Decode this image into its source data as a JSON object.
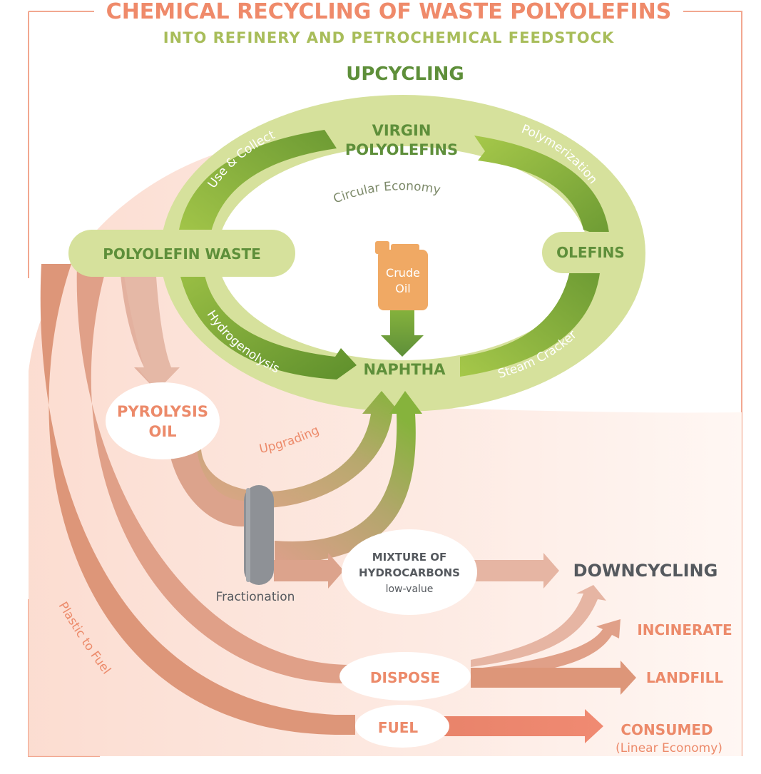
{
  "title": "CHEMICAL RECYCLING OF WASTE POLYOLEFINS",
  "subtitle": "INTO REFINERY AND PETROCHEMICAL FEEDSTOCK",
  "upcycling": "UPCYCLING",
  "nodes": {
    "virgin_line1": "VIRGIN",
    "virgin_line2": "POLYOLEFINS",
    "waste": "POLYOLEFIN WASTE",
    "olefins": "OLEFINS",
    "naphtha": "NAPHTHA",
    "crude_line1": "Crude",
    "crude_line2": "Oil",
    "pyrolysis_line1": "PYROLYSIS",
    "pyrolysis_line2": "OIL",
    "mixture_line1": "MIXTURE OF",
    "mixture_line2": "HYDROCARBONS",
    "mixture_line3": "low-value",
    "fractionation": "Fractionation",
    "downcycling": "DOWNCYCLING",
    "dispose": "DISPOSE",
    "fuel": "FUEL",
    "incinerate": "INCINERATE",
    "landfill": "LANDFILL",
    "consumed": "CONSUMED",
    "linear": "(Linear Economy)"
  },
  "processes": {
    "use_collect": "Use & Collect",
    "polymerization": "Polymerization",
    "circular": "Circular Economy",
    "hydrogenolysis": "Hydrogenolysis",
    "steam_cracker": "Steam Cracker",
    "upgrading": "Upgrading",
    "plastic_to_fuel": "Plastic to Fuel"
  },
  "colors": {
    "title": "#ef8a6a",
    "subtitle": "#a8bd5a",
    "green_dark": "#5e8f3a",
    "green_arrow": "#86b33c",
    "ring": "#d6e19c",
    "salmon": "#dd9679",
    "salmon_text": "#ec8a6a",
    "crude": "#f0a964",
    "grey": "#8e9196",
    "dark_text": "#55595e"
  }
}
